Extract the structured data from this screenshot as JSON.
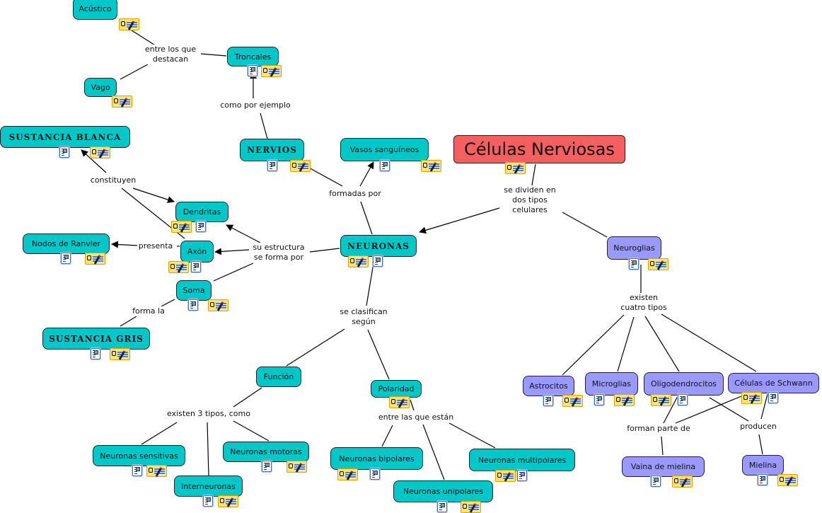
{
  "colors": {
    "teal": "#00c8c8",
    "purple": "#9999ff",
    "red": "#f46060"
  },
  "nodes": [
    {
      "id": "acustico",
      "label": "Acústico",
      "color": "teal"
    },
    {
      "id": "troncales",
      "label": "Troncales",
      "color": "teal"
    },
    {
      "id": "vago",
      "label": "Vago",
      "color": "teal"
    },
    {
      "id": "nervios",
      "label": "NERVIOS",
      "color": "teal",
      "caps": true
    },
    {
      "id": "vasos",
      "label": "Vasos sanguíneos",
      "color": "teal"
    },
    {
      "id": "celulas",
      "label": "Células Nerviosas",
      "color": "red"
    },
    {
      "id": "sblanca",
      "label": "SUSTANCIA BLANCA",
      "color": "teal",
      "caps": true
    },
    {
      "id": "dendritas",
      "label": "Dendritas",
      "color": "teal"
    },
    {
      "id": "nodos",
      "label": "Nodos de Ranvier",
      "color": "teal"
    },
    {
      "id": "axon",
      "label": "Axón",
      "color": "teal"
    },
    {
      "id": "neuronas",
      "label": "NEURONAS",
      "color": "teal",
      "caps": true
    },
    {
      "id": "soma",
      "label": "Soma",
      "color": "teal"
    },
    {
      "id": "sgris",
      "label": "SUSTANCIA GRIS",
      "color": "teal",
      "caps": true
    },
    {
      "id": "neuroglias",
      "label": "Neuroglias",
      "color": "purple"
    },
    {
      "id": "funcion",
      "label": "Función",
      "color": "teal"
    },
    {
      "id": "polaridad",
      "label": "Polaridad",
      "color": "teal"
    },
    {
      "id": "astrocitos",
      "label": "Astrocitos",
      "color": "purple"
    },
    {
      "id": "microglias",
      "label": "Microglias",
      "color": "purple"
    },
    {
      "id": "oligo",
      "label": "Oligodendrocitos",
      "color": "purple"
    },
    {
      "id": "schwann",
      "label": "Células de Schwann",
      "color": "purple"
    },
    {
      "id": "sensitivas",
      "label": "Neuronas sensitivas",
      "color": "teal"
    },
    {
      "id": "motoras",
      "label": "Neuronas motoras",
      "color": "teal"
    },
    {
      "id": "inter",
      "label": "Interneuronas",
      "color": "teal"
    },
    {
      "id": "bipolares",
      "label": "Neuronas bipolares",
      "color": "teal"
    },
    {
      "id": "multipolares",
      "label": "Neuronas multipolares",
      "color": "teal"
    },
    {
      "id": "unipolares",
      "label": "Neuronas unipolares",
      "color": "teal"
    },
    {
      "id": "vaina",
      "label": "Vaina de mielina",
      "color": "purple"
    },
    {
      "id": "mielina",
      "label": "Mielina",
      "color": "purple"
    }
  ],
  "link_labels": [
    {
      "id": "destacan",
      "label": "entre los que\ndestacan"
    },
    {
      "id": "ejemplo",
      "label": "como por ejemplo"
    },
    {
      "id": "constituyen",
      "label": "constituyen"
    },
    {
      "id": "formadas",
      "label": "formadas por"
    },
    {
      "id": "dividen",
      "label": "se dividen en\ndos tipos\ncelulares"
    },
    {
      "id": "presenta",
      "label": "presenta"
    },
    {
      "id": "estructura",
      "label": "su estructura\nse forma por"
    },
    {
      "id": "formala",
      "label": "forma la"
    },
    {
      "id": "clasifican",
      "label": "se clasifican\nsegún"
    },
    {
      "id": "cuatro",
      "label": "existen\ncuatro tipos"
    },
    {
      "id": "tres",
      "label": "existen 3 tipos, como"
    },
    {
      "id": "estan",
      "label": "entre las que están"
    },
    {
      "id": "parte",
      "label": "forman parte de"
    },
    {
      "id": "producen",
      "label": "producen"
    }
  ],
  "icons": {
    "doc": "resource-document-icon",
    "note": "annotation-note-icon"
  }
}
